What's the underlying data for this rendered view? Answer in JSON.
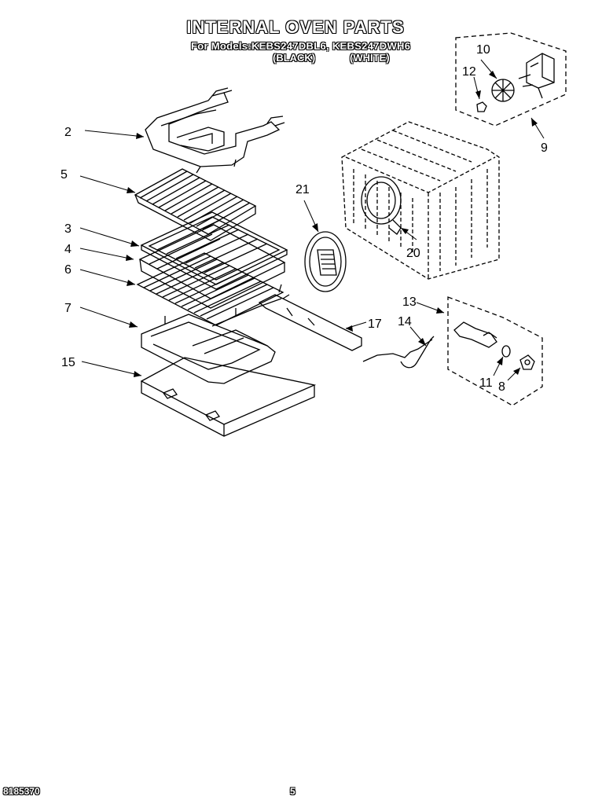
{
  "header": {
    "title": "INTERNAL OVEN PARTS",
    "models": "For Models:KEBS247DBL6, KEBS247DWH6",
    "variant_black": "(BLACK)",
    "variant_white": "(WHITE)"
  },
  "callouts": {
    "c2": "2",
    "c5": "5",
    "c3": "3",
    "c4": "4",
    "c6": "6",
    "c7": "7",
    "c15": "15",
    "c21": "21",
    "c20": "20",
    "c10": "10",
    "c12": "12",
    "c9": "9",
    "c13": "13",
    "c14": "14",
    "c17": "17",
    "c11": "11",
    "c8": "8"
  },
  "footer": {
    "doc_number": "8185370",
    "page_number": "5"
  }
}
